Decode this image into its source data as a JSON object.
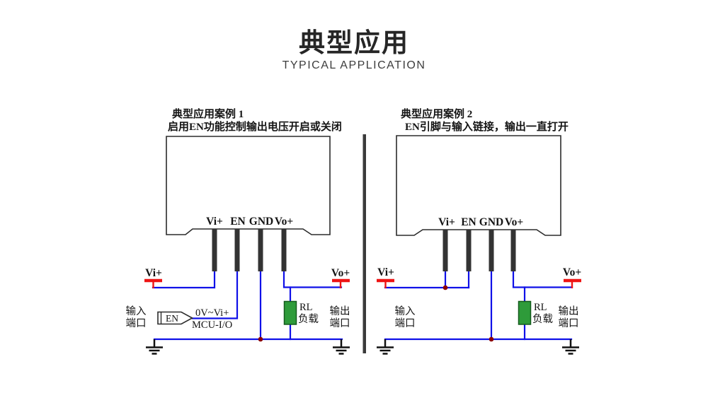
{
  "title": "典型应用",
  "subtitle": "TYPICAL APPLICATION",
  "colors": {
    "wire": "#0f10e8",
    "terminal": "#ee1414",
    "load_fill": "#2e9b3a",
    "load_border": "#145a1c",
    "pin": "#333333",
    "junction_dot": "#8b0000",
    "divider": "#3b3b3b"
  },
  "case1": {
    "caption_line1": "典型应用案例 1",
    "caption_line2": "启用EN功能控制输出电压开启或关闭",
    "pin_labels": [
      "Vi+",
      "EN",
      "GND",
      "Vo+"
    ],
    "input_terminal_label": "Vi+",
    "output_terminal_label": "Vo+",
    "input_port_line1": "输入",
    "input_port_line2": "端口",
    "output_port_line1": "输出",
    "output_port_line2": "端口",
    "en_connector_label": "EN",
    "en_signal_range": "0V~Vi+",
    "en_signal_source": "MCU-I/O",
    "load_label_line1": "RL",
    "load_label_line2": "负载"
  },
  "case2": {
    "caption_line1": "典型应用案例 2",
    "caption_line2": "EN引脚与输入链接，输出一直打开",
    "pin_labels": [
      "Vi+",
      "EN",
      "GND",
      "Vo+"
    ],
    "input_terminal_label": "Vi+",
    "output_terminal_label": "Vo+",
    "input_port_line1": "输入",
    "input_port_line2": "端口",
    "output_port_line1": "输出",
    "output_port_line2": "端口",
    "load_label_line1": "RL",
    "load_label_line2": "负载"
  }
}
